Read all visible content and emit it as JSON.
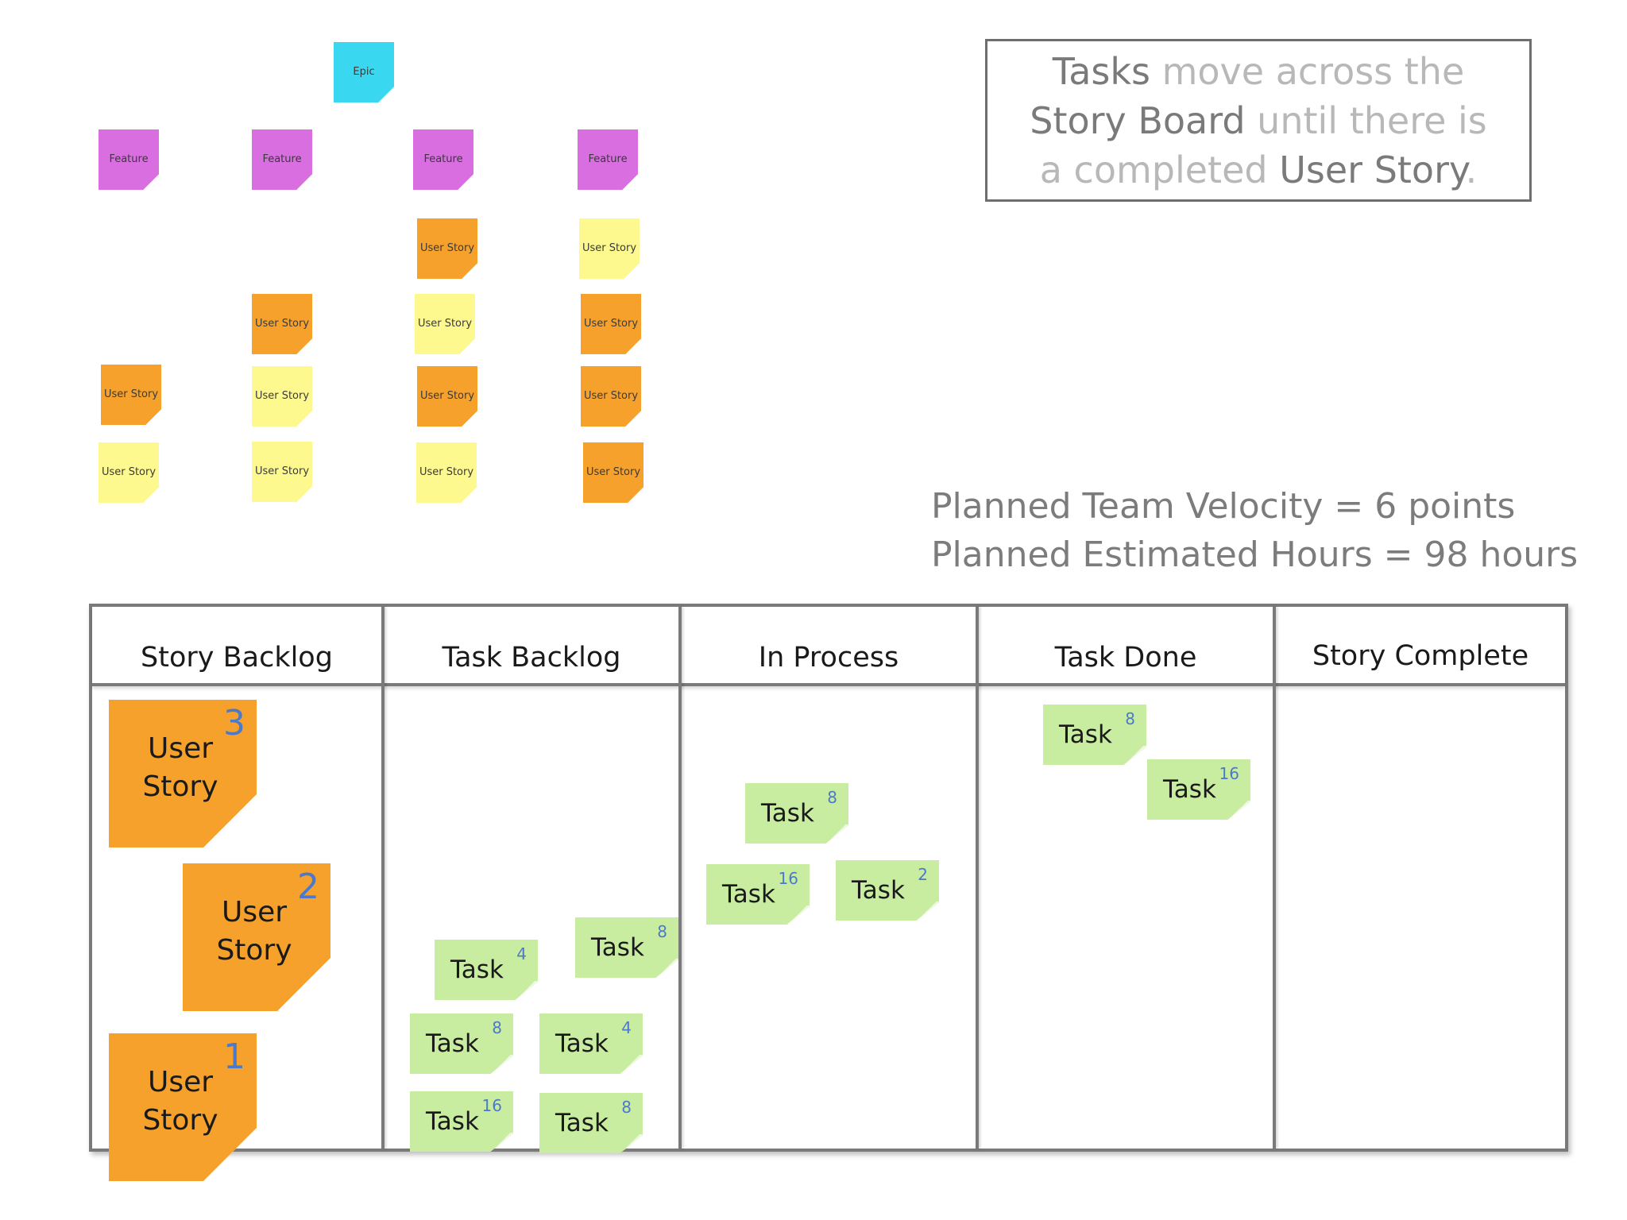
{
  "story_map": {
    "epic": "Epic",
    "features": [
      "Feature",
      "Feature",
      "Feature",
      "Feature"
    ],
    "user_story_label": "User Story"
  },
  "callout": {
    "parts": [
      {
        "text": "Tasks",
        "tone": "dark"
      },
      {
        "text": " move across the ",
        "tone": "light"
      },
      {
        "text": "Story Board",
        "tone": "dark"
      },
      {
        "text": " until there is a completed ",
        "tone": "light"
      },
      {
        "text": "User Story",
        "tone": "dark"
      },
      {
        "text": ".",
        "tone": "light"
      }
    ]
  },
  "velocity": {
    "line1": "Planned Team Velocity = 6 points",
    "line2": "Planned Estimated Hours = 98 hours"
  },
  "board": {
    "columns": [
      "Story Backlog",
      "Task Backlog",
      "In Process",
      "Task Done",
      "Story Complete"
    ],
    "stories": [
      {
        "label": "User Story",
        "points": "3"
      },
      {
        "label": "User Story",
        "points": "2"
      },
      {
        "label": "User Story",
        "points": "1"
      }
    ],
    "tasks": {
      "task_backlog": [
        {
          "label": "Task",
          "hours": "4"
        },
        {
          "label": "Task",
          "hours": "8"
        },
        {
          "label": "Task",
          "hours": "8"
        },
        {
          "label": "Task",
          "hours": "4"
        },
        {
          "label": "Task",
          "hours": "16"
        },
        {
          "label": "Task",
          "hours": "8"
        }
      ],
      "in_process": [
        {
          "label": "Task",
          "hours": "8"
        },
        {
          "label": "Task",
          "hours": "16"
        },
        {
          "label": "Task",
          "hours": "2"
        }
      ],
      "task_done": [
        {
          "label": "Task",
          "hours": "8"
        },
        {
          "label": "Task",
          "hours": "16"
        }
      ]
    }
  },
  "colors": {
    "epic": "#3ad8f0",
    "feature": "#d86ee0",
    "story_orange": "#f6a12c",
    "story_yellow": "#fdf98e",
    "task_green": "#c9eda0",
    "points_blue": "#4d79c9"
  }
}
